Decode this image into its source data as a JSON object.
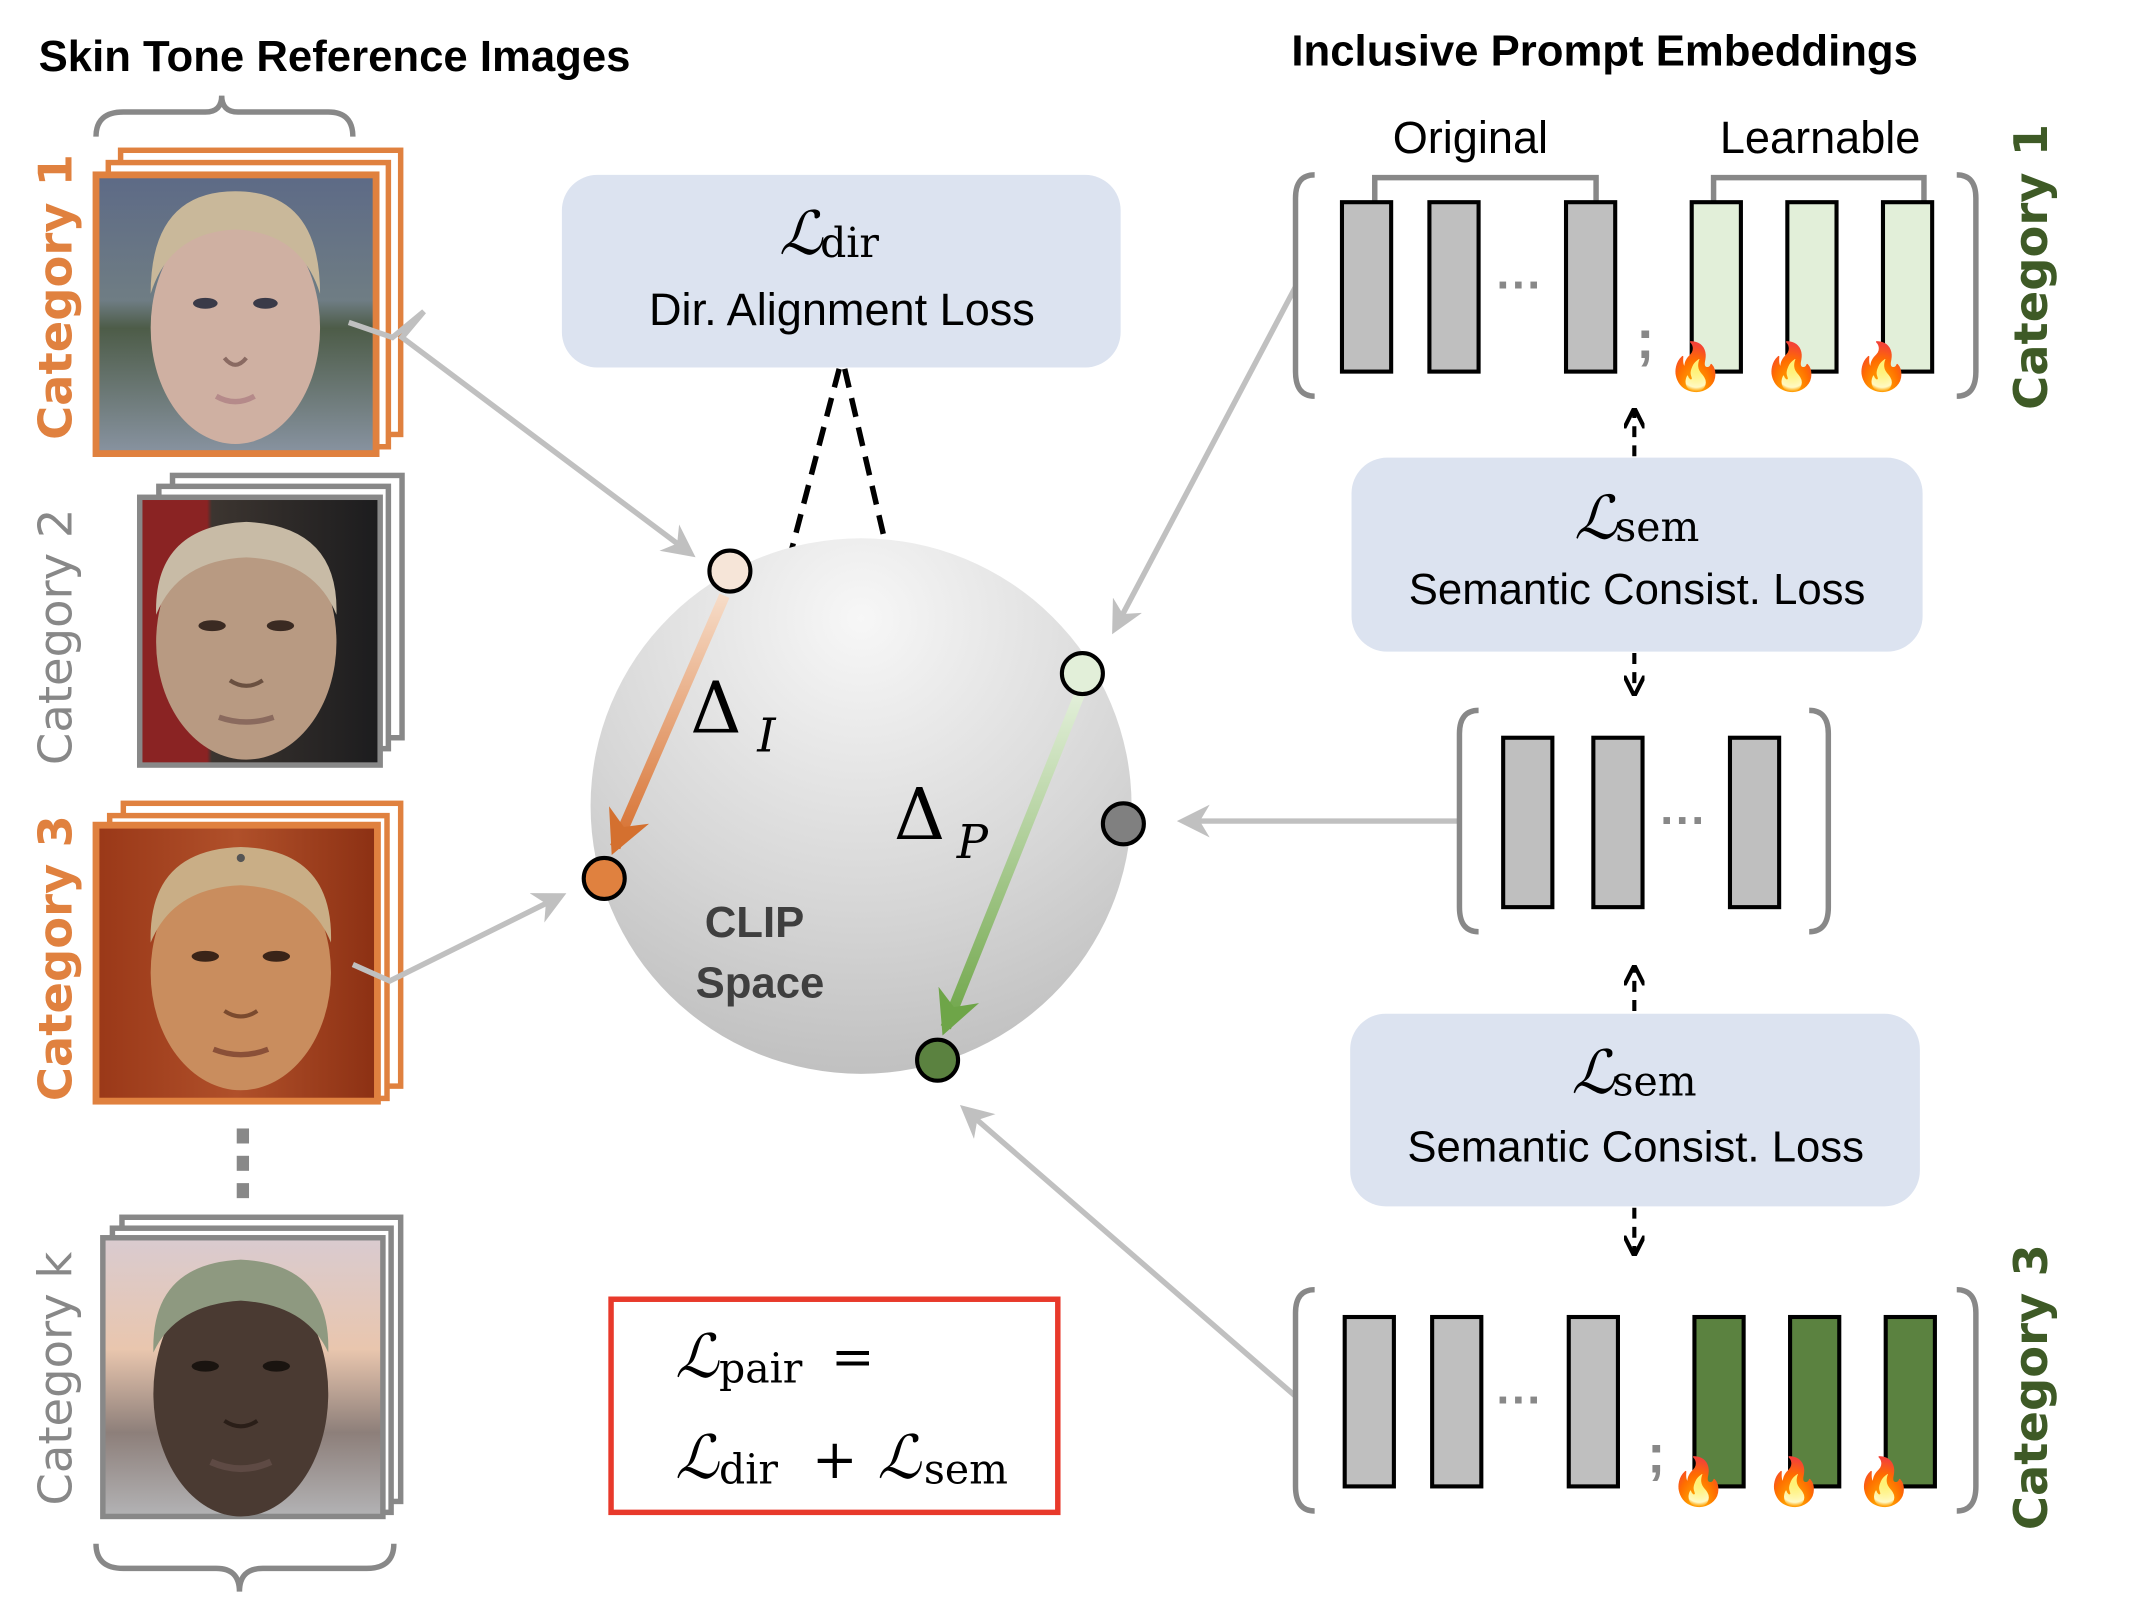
{
  "headings": {
    "left": "Skin Tone Reference Images",
    "right": "Inclusive Prompt Embeddings"
  },
  "colors": {
    "orange": "#E0813F",
    "light_orange": "#F6E5D8",
    "gray_frame": "#888888",
    "green_dark": "#5B8240",
    "green_light": "#E2EFD9",
    "green_label": "#3E5A26",
    "token_gray": "#BFBFBF",
    "loss_box": "#DCE3F0",
    "sum_border": "#E8392B",
    "arrow_gray": "#C0C0C0"
  },
  "image_categories": [
    {
      "label": "Category 1",
      "highlighted": true,
      "skin": "light"
    },
    {
      "label": "Category 2",
      "highlighted": false,
      "skin": "medium-light"
    },
    {
      "label": "Category 3",
      "highlighted": true,
      "skin": "medium"
    },
    {
      "label": "Category k",
      "highlighted": false,
      "skin": "dark"
    }
  ],
  "vertical_ellipsis": "⋮",
  "dir_loss": {
    "symbol": "ℒ",
    "subscript": "dir",
    "label": "Dir. Alignment Loss"
  },
  "sem_loss_top": {
    "symbol": "ℒ",
    "subscript": "sem",
    "label": "Semantic Consist. Loss"
  },
  "sem_loss_bottom": {
    "symbol": "ℒ",
    "subscript": "sem",
    "label": "Semantic Consist. Loss"
  },
  "clip_space": {
    "line1": "CLIP",
    "line2": "Space",
    "delta_image": {
      "symbol": "Δ",
      "subscript": "I"
    },
    "delta_prompt": {
      "symbol": "Δ",
      "subscript": "P"
    }
  },
  "embeddings": {
    "original_label": "Original",
    "learnable_label": "Learnable",
    "ellipsis": "···",
    "separator": ";",
    "flame_icon": "🔥",
    "top_category": "Category 1",
    "bottom_category": "Category 3"
  },
  "pair_loss": {
    "lhs_symbol": "ℒ",
    "lhs_sub": "pair",
    "equals": "=",
    "term1_symbol": "ℒ",
    "term1_sub": "dir",
    "plus": "+",
    "term2_symbol": "ℒ",
    "term2_sub": "sem"
  }
}
